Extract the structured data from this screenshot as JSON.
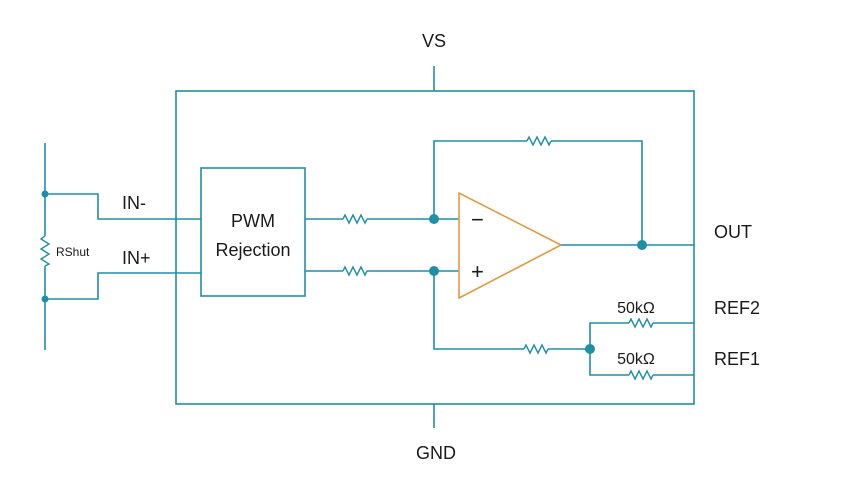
{
  "pins": {
    "vs": "VS",
    "gnd": "GND",
    "in_minus": "IN-",
    "in_plus": "IN+",
    "out": "OUT",
    "ref2": "REF2",
    "ref1": "REF1"
  },
  "blocks": {
    "pwm_line1": "PWM",
    "pwm_line2": "Rejection"
  },
  "components": {
    "rshunt": "RShut",
    "ref2_resistor": "50kΩ",
    "ref1_resistor": "50kΩ"
  },
  "opamp": {
    "minus_sign": "−",
    "plus_sign": "+"
  },
  "colors": {
    "wire": "#1f8fa8",
    "opamp": "#e39a3b",
    "text": "#1a1a1a"
  }
}
